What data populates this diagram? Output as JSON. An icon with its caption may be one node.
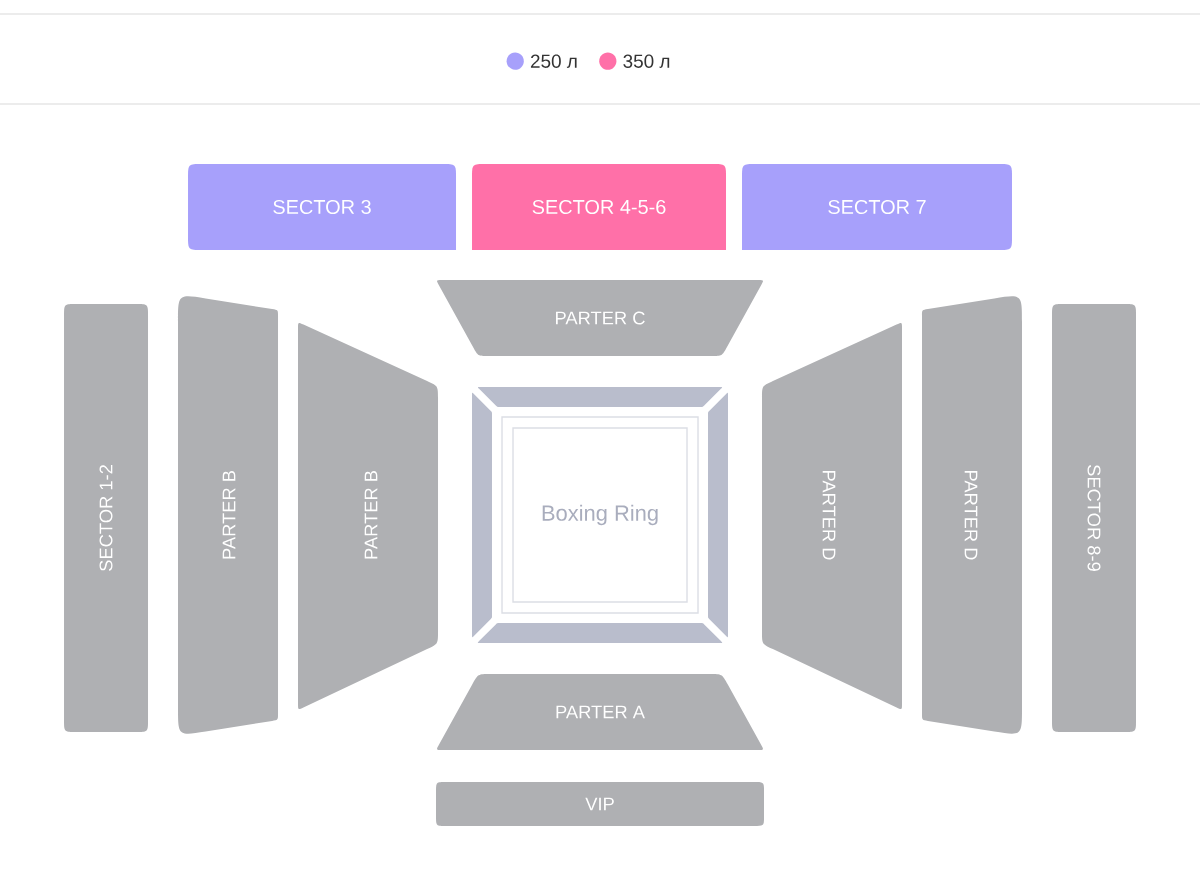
{
  "diagram": {
    "nodes": [
      {
        "text": [
          "SECTOR 3"
        ]
      },
      {
        "text": [
          "SECTOR 4-5-6"
        ]
      },
      {
        "text": [
          "SECTOR 7"
        ]
      },
      {
        "text": [
          "PARTER C"
        ]
      },
      {
        "text": [
          "SECTOR 1-2"
        ]
      },
      {
        "text": [
          "PARTER B"
        ]
      },
      {
        "text": [
          "PARTER B"
        ]
      },
      {
        "text": [
          "Boxing Ring"
        ]
      },
      {
        "text": [
          "PARTER D"
        ]
      },
      {
        "text": [
          "PARTER D"
        ]
      },
      {
        "text": [
          "SECTOR 8-9"
        ]
      },
      {
        "text": [
          "PARTER A"
        ]
      },
      {
        "text": [
          "VIP"
        ]
      }
    ],
    "legend": [
      {
        "text": "250 л",
        "color": "#a7a0fb"
      },
      {
        "text": "350 л",
        "color": "#ff70a8"
      }
    ]
  }
}
